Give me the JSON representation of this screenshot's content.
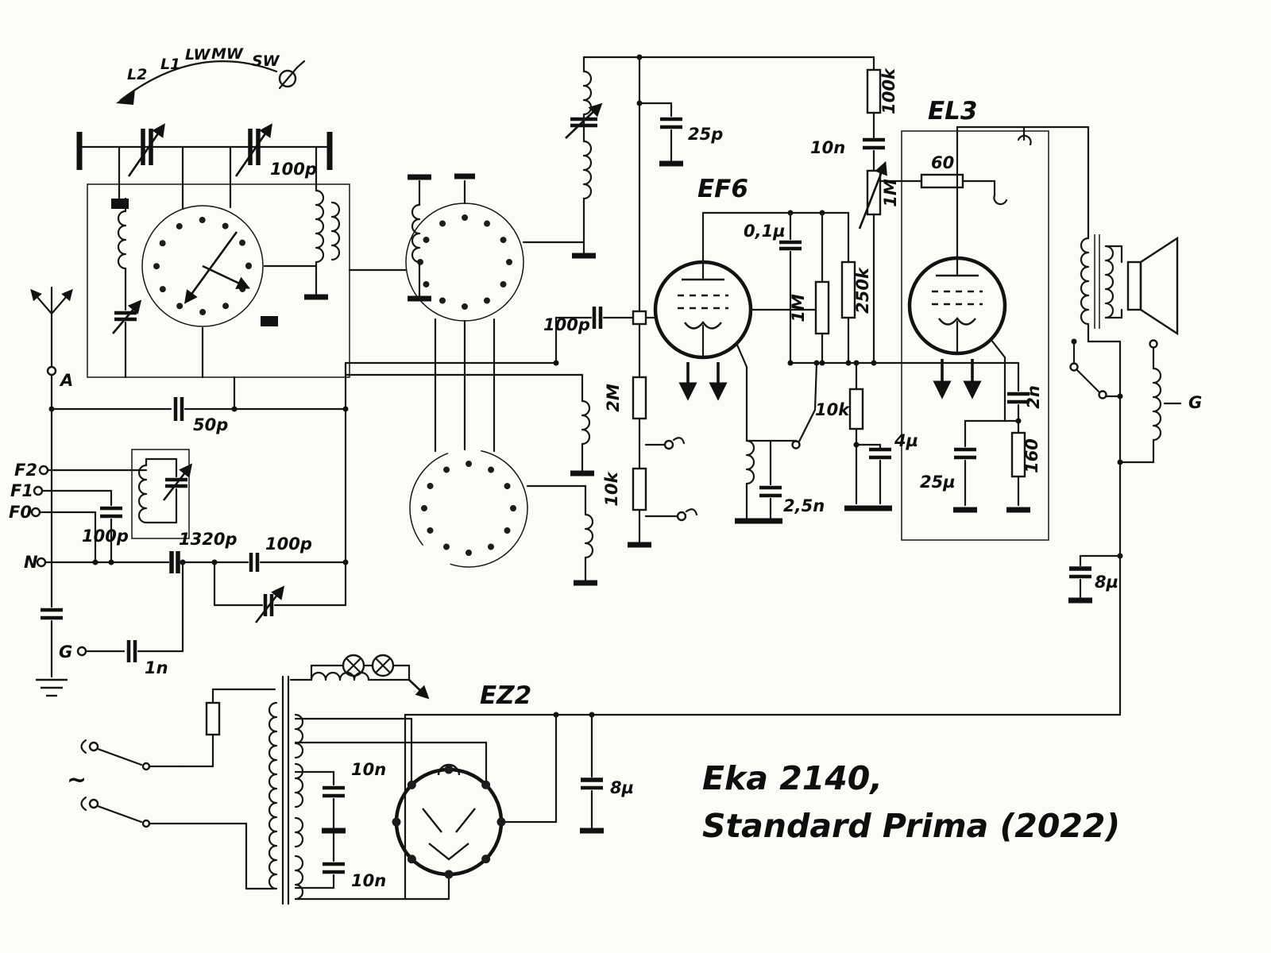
{
  "schematic": {
    "title_line1": "Eka 2140,",
    "title_line2": "Standard Prima (2022)"
  },
  "dial": {
    "l2": "L2",
    "l1": "L1",
    "lw": "LW",
    "mw": "MW",
    "sw": "SW"
  },
  "tubes": {
    "ef6": "EF6",
    "el3": "EL3",
    "ez2": "EZ2"
  },
  "terminals": {
    "antenna": "A",
    "f2": "F2",
    "f1": "F1",
    "f0": "F0",
    "n": "N",
    "ground": "G",
    "pickup_coil": "G",
    "mains": "~"
  },
  "values": {
    "gang_trimmer": "100p",
    "antenna_cap": "50p",
    "f_cap": "100p",
    "padder": "1320p",
    "osc_cap": "100p",
    "ground_cap": "1n",
    "if_trimmer": "25p",
    "coupling_cap": "0,1µ",
    "grid_cap": "100p",
    "grid_resistor": "2M",
    "jack_resistor": "10k",
    "screen_resistor": "1M",
    "anode_resistor": "250k",
    "decoupling_cap": "10n",
    "supply_resistor": "100k",
    "grid_stopper": "60",
    "volume_pot": "1M",
    "bias_resistor": "10k",
    "bias_cap": "4µ",
    "tone_cap": "2,5n",
    "el3_cathode_cap": "25µ",
    "el3_cathode_resistor": "160",
    "feedback_cap": "2n",
    "filter_cap_2": "8µ",
    "mains_cap_1": "10n",
    "mains_cap_2": "10n",
    "filter_cap_1": "8µ"
  }
}
